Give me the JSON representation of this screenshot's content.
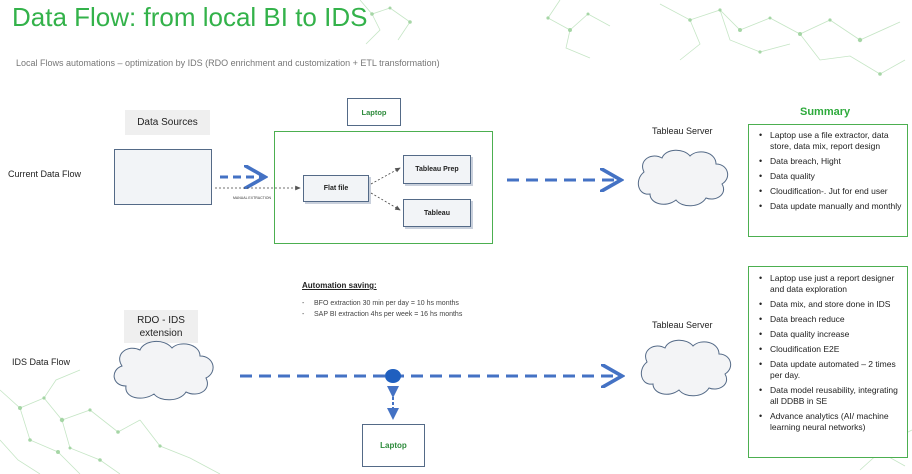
{
  "title": "Data Flow: from local BI  to IDS",
  "subtitle": "Local Flows automations – optimization by IDS (RDO  enrichment and customization +  ETL transformation)",
  "colors": {
    "accent": "#33b24a",
    "arrow": "#4472c4",
    "box_border": "#546a87"
  },
  "current": {
    "row_label": "Current Data Flow",
    "data_sources_label": "Data Sources",
    "laptop_label": "Laptop",
    "manual_label": "MANUAL EXTRACTION",
    "flat_file": "Flat file",
    "tableau_prep": "Tableau Prep",
    "tableau": "Tableau",
    "server_label": "Tableau Server"
  },
  "summary_title": "Summary",
  "summary_current": [
    "Laptop use a file extractor, data store, data mix, report design",
    "Data breach, Hight",
    "Data quality",
    "Cloudification-. Jut for end user",
    "Data update manually and monthly"
  ],
  "automation": {
    "title": "Automation saving:",
    "items": [
      "BFO extraction 30 min per day = 10 hs months",
      "SAP BI extraction 4hs per week = 16 hs months"
    ]
  },
  "ids": {
    "row_label": "IDS Data Flow",
    "rdo_label": "RDO - IDS extension",
    "server_label": "Tableau Server",
    "laptop_label": "Laptop"
  },
  "summary_ids": [
    "Laptop use just a report designer and data exploration",
    "Data mix, and store done in IDS",
    "Data breach reduce",
    "Data quality increase",
    "Cloudification E2E",
    "Data update automated – 2 times per day.",
    "Data model reusability, integrating all DDBB in SE",
    "Advance analytics (AI/ machine learning neural networks)"
  ]
}
